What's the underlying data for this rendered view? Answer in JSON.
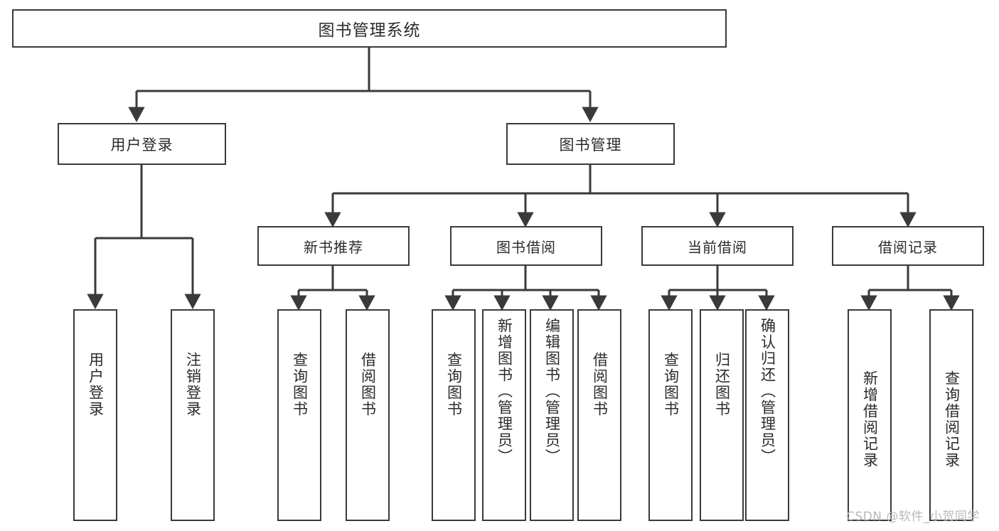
{
  "diagram": {
    "title": "图书管理系统",
    "type": "tree",
    "root": {
      "label": "图书管理系统"
    },
    "level1": [
      {
        "label": "用户登录"
      },
      {
        "label": "图书管理"
      }
    ],
    "level2": [
      {
        "label": "新书推荐"
      },
      {
        "label": "图书借阅"
      },
      {
        "label": "当前借阅"
      },
      {
        "label": "借阅记录"
      }
    ],
    "leaves": {
      "user_login": [
        {
          "label": "用户登录"
        },
        {
          "label": "注销登录"
        }
      ],
      "new_book_recommend": [
        {
          "label": "查询图书"
        },
        {
          "label": "借阅图书"
        }
      ],
      "book_borrow": [
        {
          "label": "查询图书"
        },
        {
          "label": "新增图书（管理员）"
        },
        {
          "label": "编辑图书（管理员）"
        },
        {
          "label": "借阅图书"
        }
      ],
      "current_borrow": [
        {
          "label": "查询图书"
        },
        {
          "label": "归还图书"
        },
        {
          "label": "确认归还（管理员）"
        }
      ],
      "borrow_records": [
        {
          "label": "新增借阅记录"
        },
        {
          "label": "查询借阅记录"
        }
      ]
    }
  },
  "watermark": {
    "text": "CSDN @软件_小贺同学"
  },
  "colors": {
    "stroke": "#3a3a3a",
    "background": "#ffffff",
    "text": "#2b2b2b",
    "watermark": "#b9b9b9"
  }
}
